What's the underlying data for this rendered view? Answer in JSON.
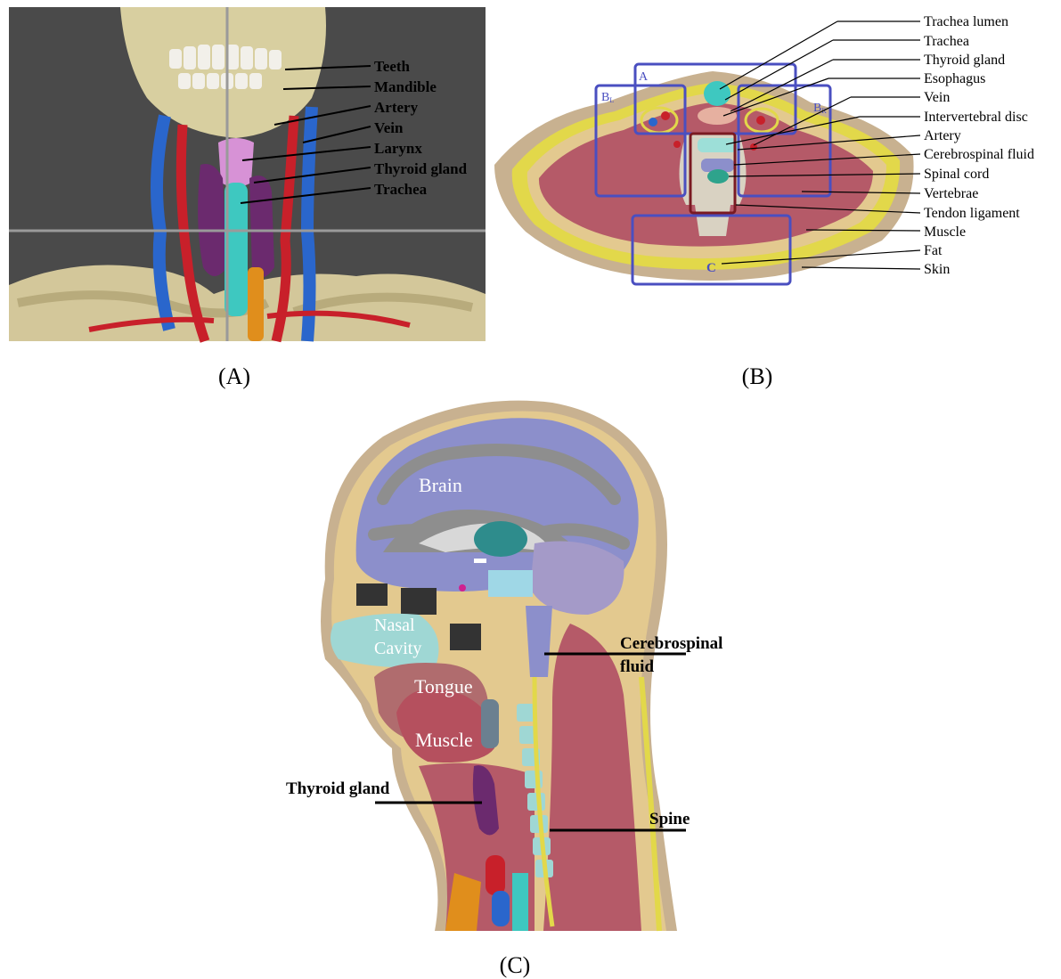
{
  "panels": {
    "a": {
      "caption": "(A)",
      "labels": [
        "Teeth",
        "Mandible",
        "Artery",
        "Vein",
        "Larynx",
        "Thyroid gland",
        "Trachea"
      ]
    },
    "b": {
      "caption": "(B)",
      "labels": [
        "Trachea lumen",
        "Trachea",
        "Thyroid gland",
        "Esophagus",
        "Vein",
        "Intervertebral disc",
        "Artery",
        "Cerebrospinal fluid",
        "Spinal cord",
        "Vertebrae",
        "Tendon ligament",
        "Muscle",
        "Fat",
        "Skin"
      ],
      "region_tags": [
        "A",
        "B",
        "L",
        "R",
        "C"
      ]
    },
    "c": {
      "caption": "(C)",
      "inner_labels": [
        "Brain",
        "Nasal",
        "Cavity",
        "Tongue",
        "Muscle"
      ],
      "callouts": [
        "Cerebrospinal",
        "fluid",
        "Thyroid gland",
        "Spine"
      ]
    }
  },
  "colors": {
    "bone": "#d8cfa0",
    "artery": "#c8202a",
    "vein": "#2a66cc",
    "thyroid": "#6b2a6e",
    "trachea": "#3ec8c0",
    "larynx": "#d792d6",
    "muscle": "#b55a68",
    "fat": "#e3c98f",
    "skin": "#c8b190",
    "box": "#4a4fc0",
    "box_dark": "#7a1a22",
    "brain": "#8c8fcb",
    "gray_matter": "#8e8e8e"
  }
}
